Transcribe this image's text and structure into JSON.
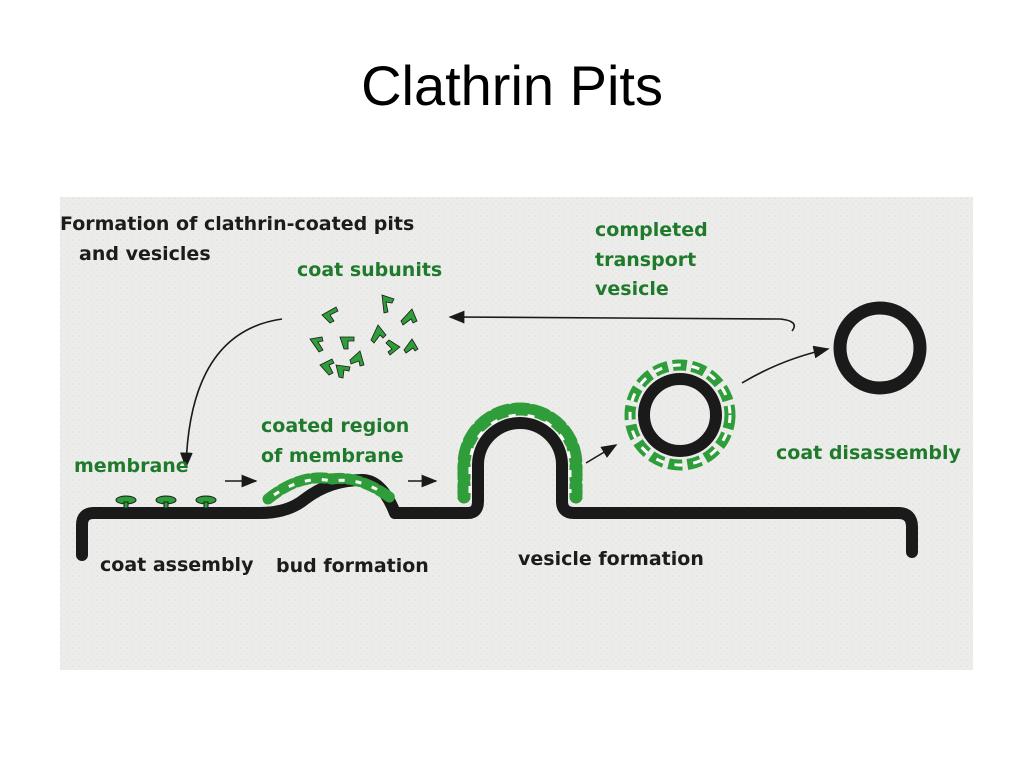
{
  "slide": {
    "title": "Clathrin Pits"
  },
  "figure": {
    "heading_line1": "Formation of clathrin-coated pits",
    "heading_line2": "and vesicles",
    "labels": {
      "coat_subunits": "coat subunits",
      "completed_line1": "completed",
      "completed_line2": "transport",
      "completed_line3": "vesicle",
      "membrane": "membrane",
      "coated_region_line1": "coated region",
      "coated_region_line2": "of membrane",
      "coat_disassembly": "coat disassembly",
      "coat_assembly": "coat assembly",
      "bud_formation": "bud formation",
      "vesicle_formation": "vesicle formation"
    },
    "colors": {
      "membrane": "#1a1a1a",
      "coat": "#2f9e3a",
      "coat_light": "#7fd07f",
      "label_green": "#1f7a2c",
      "background": "#ececea"
    }
  }
}
